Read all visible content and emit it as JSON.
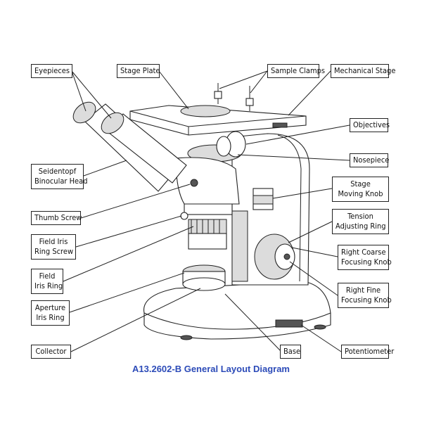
{
  "caption": "A13.2602-B General Layout Diagram",
  "labels": {
    "eyepieces": "Eyepieces",
    "stage_plate": "Stage Plate",
    "sample_clamps": "Sample Clamps",
    "mechanical_stage": "Mechanical Stage",
    "objectives": "Objectives",
    "nosepiece": "Nosepiece",
    "seidentopf_1": "Seidentopf",
    "seidentopf_2": "Binocular Head",
    "stage_moving_1": "Stage",
    "stage_moving_2": "Moving Knob",
    "thumb_screw": "Thumb Screw",
    "tension_1": "Tension",
    "tension_2": "Adjusting Ring",
    "field_iris_screw_1": "Field Iris",
    "field_iris_screw_2": "Ring Screw",
    "right_coarse_1": "Right Coarse",
    "right_coarse_2": "Focusing Knob",
    "field_iris_ring_1": "Field",
    "field_iris_ring_2": "Iris Ring",
    "right_fine_1": "Right Fine",
    "right_fine_2": "Focusing Knob",
    "aperture_1": "Aperture",
    "aperture_2": "Iris Ring",
    "collector": "Collector",
    "base": "Base",
    "potentiometer": "Potentiometer"
  }
}
